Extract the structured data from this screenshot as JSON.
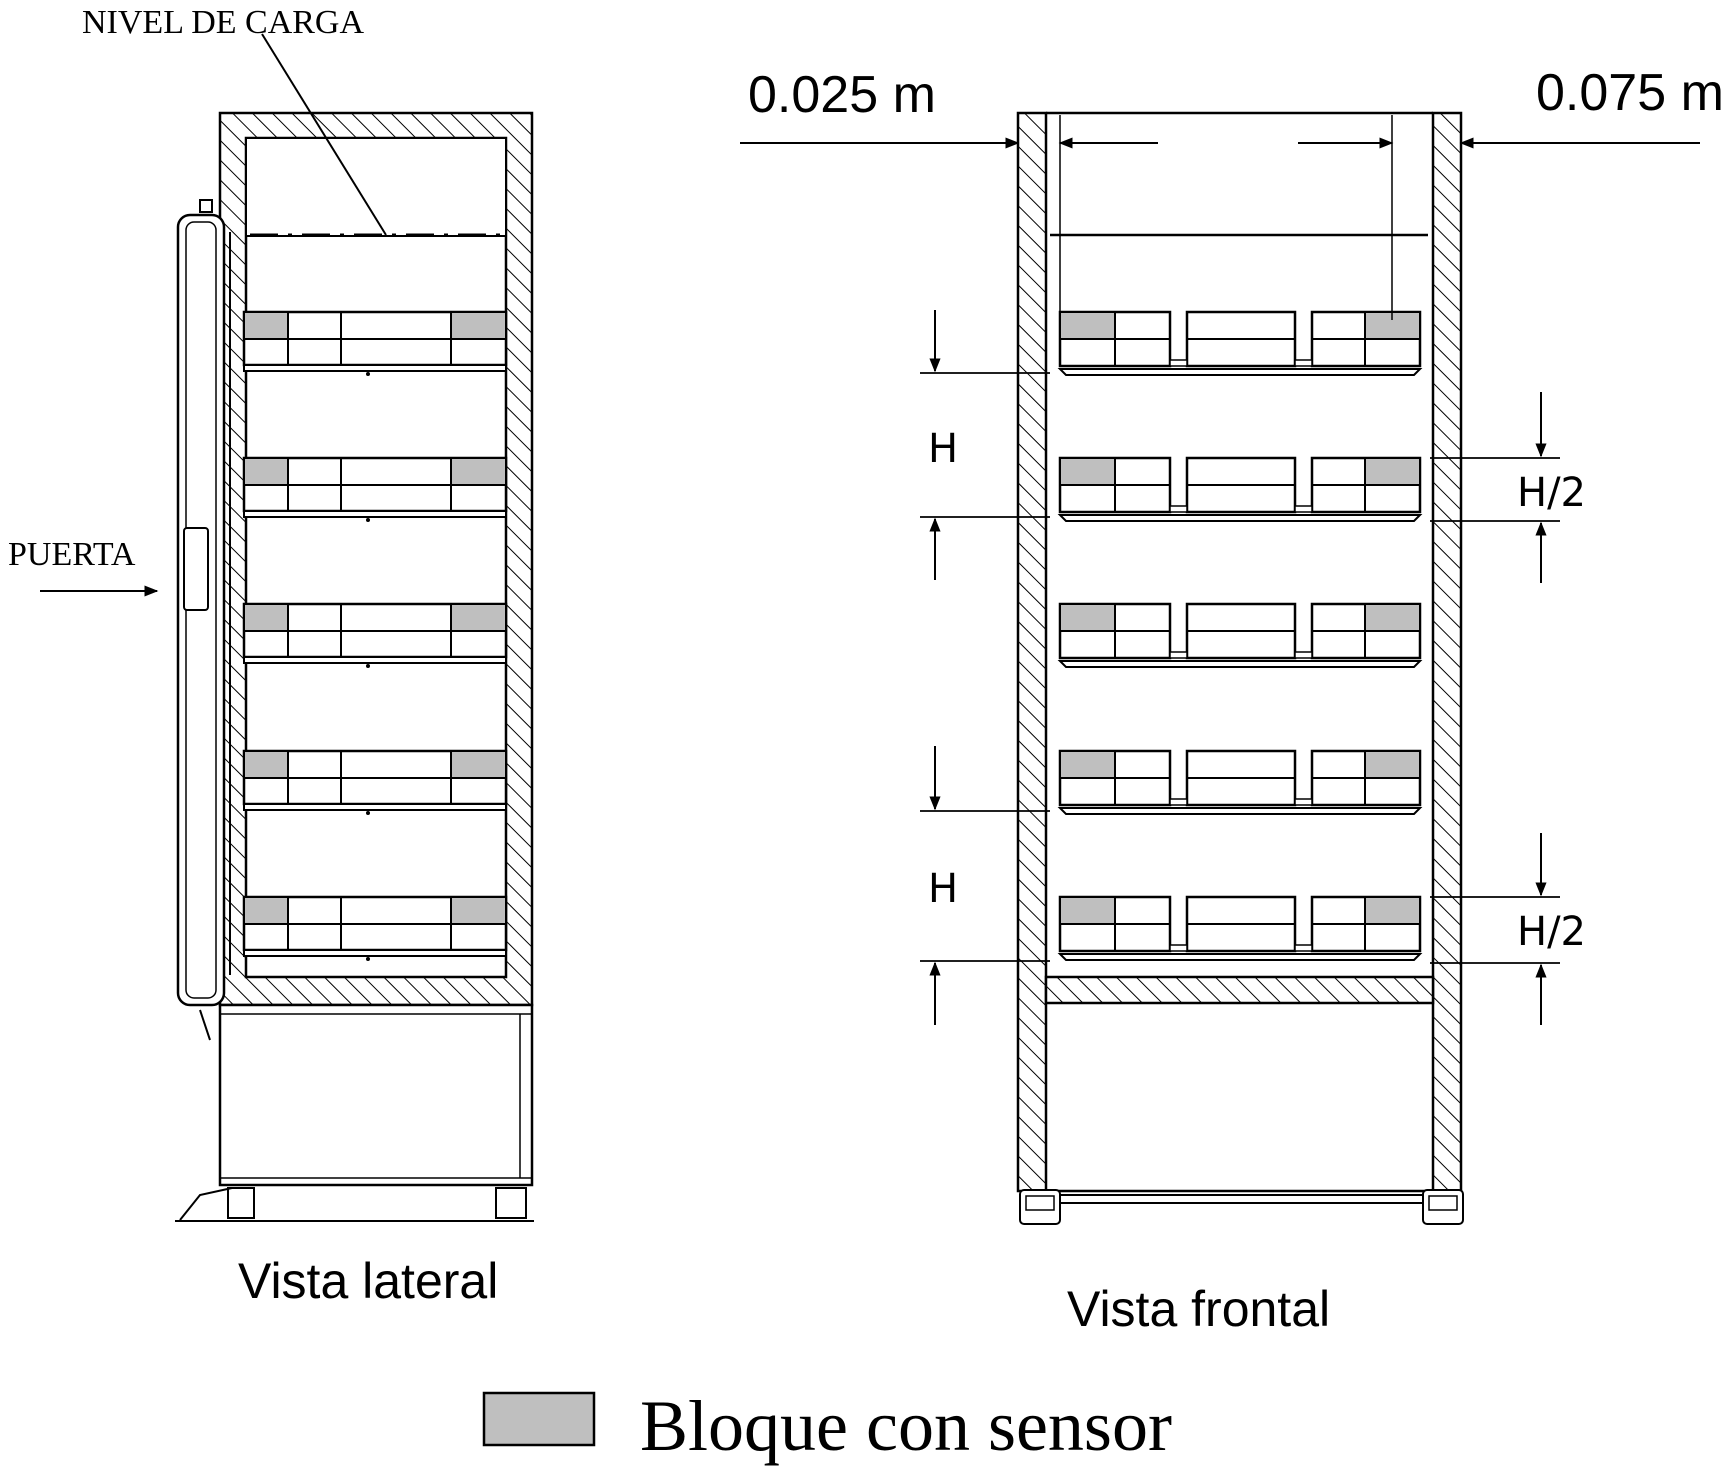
{
  "labels": {
    "load_level": "NIVEL DE CARGA",
    "door": "PUERTA",
    "side_view": "Vista lateral",
    "front_view": "Vista frontal",
    "dim_left": "0.025 m",
    "dim_right": "0.075 m",
    "height_h": "H",
    "height_half": "H/2"
  },
  "legend": {
    "label": "Bloque con sensor",
    "swatch_color": "#bfbfbf"
  },
  "colors": {
    "line": "#000000",
    "sensor_block": "#bfbfbf",
    "background": "#ffffff"
  },
  "shelf_count": 5
}
